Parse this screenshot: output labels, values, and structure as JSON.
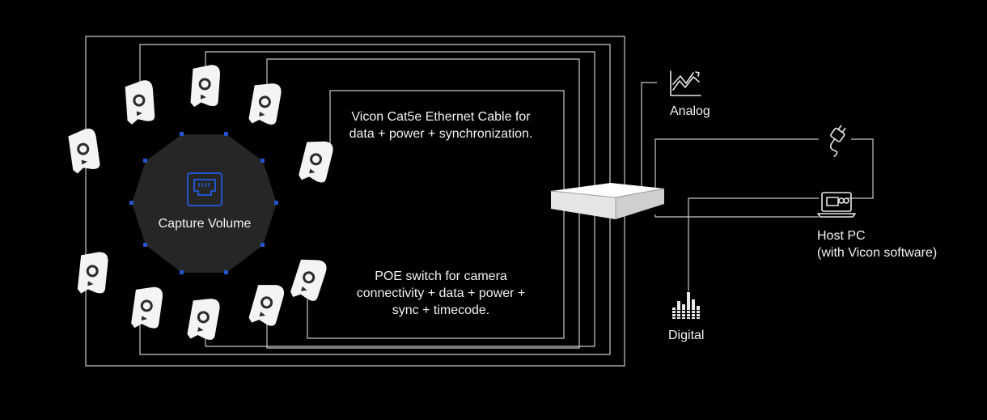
{
  "diagram": {
    "capture_volume_label": "Capture Volume",
    "cable_note": [
      "Vicon Cat5e Ethernet Cable for",
      "data + power + synchronization."
    ],
    "switch_note": [
      "POE switch for camera",
      "connectivity + data + power +",
      "sync + timecode."
    ],
    "analog_label": "Analog",
    "digital_label": "Digital",
    "host_pc_label": [
      "Host PC",
      "(with Vicon software)"
    ]
  },
  "icons": {
    "capture_volume": "ethernet-port-icon",
    "cameras": "camera-icon",
    "switch": "poe-switch-icon",
    "analog": "analog-chart-icon",
    "plug": "power-plug-icon",
    "host_pc": "laptop-icon",
    "digital": "digital-equalizer-icon"
  },
  "colors": {
    "background": "#000000",
    "volume_fill": "#262626",
    "accent": "#2255cc",
    "lines": "#c8c8c8",
    "text": "#f2f2f2"
  }
}
